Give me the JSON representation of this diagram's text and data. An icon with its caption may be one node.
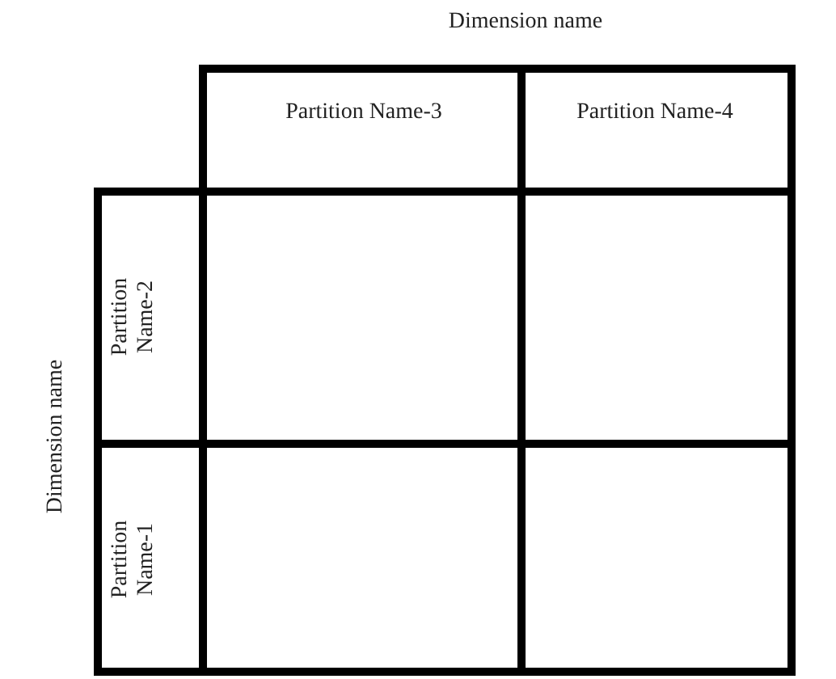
{
  "diagram": {
    "labels": [
      "Dimension name",
      "Partition Name-3",
      "Partition Name-4",
      "Dimension name",
      "Partition Name-2",
      "Partition Name-1"
    ]
  }
}
